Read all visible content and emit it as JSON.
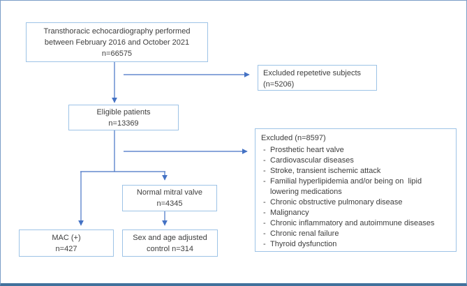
{
  "colors": {
    "arrow": "#4472c4",
    "box_border": "#9dc3e6",
    "frame_border_bottom": "#41719c",
    "frame_border_sides": "#7a9cc6",
    "text": "#3d3d3d"
  },
  "boxes": {
    "tte": {
      "line1": "Transthoracic echocardiography performed",
      "line2": "between February 2016 and October 2021",
      "line3": "n=66575"
    },
    "excluded_repetitive": {
      "line1": "Excluded repetetive subjects",
      "line2": "(n=5206)"
    },
    "eligible": {
      "line1": "Eligible patients",
      "line2": "n=13369"
    },
    "excluded_main": {
      "title": "Excluded (n=8597)",
      "bullet": "-",
      "items": [
        "Prosthetic heart valve",
        "Cardiovascular diseases",
        "Stroke, transient ischemic attack",
        "Familial hyperlipidemia and/or being on  lipid lowering medications",
        "Chronic obstructive pulmonary disease",
        "Malignancy",
        "Chronic inflammatory and autoimmune diseases",
        "Chronic renal failure",
        "Thyroid dysfunction"
      ]
    },
    "normal_mitral": {
      "line1": "Normal mitral valve",
      "line2": "n=4345"
    },
    "mac": {
      "line1": "MAC (+)",
      "line2": "n=427"
    },
    "control": {
      "line1": "Sex and age adjusted",
      "line2": "control n=314"
    }
  }
}
